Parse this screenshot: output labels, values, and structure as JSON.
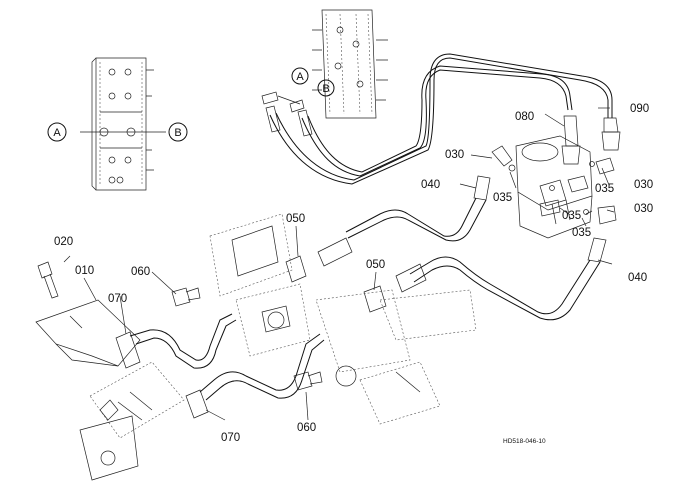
{
  "diagram": {
    "ref_code": "HD518-046-10",
    "letter_labels": [
      "A",
      "B"
    ],
    "part_labels": {
      "p010": "010",
      "p020": "020",
      "p030": "030",
      "p035": "035",
      "p040": "040",
      "p050": "050",
      "p060": "060",
      "p070": "070",
      "p080": "080",
      "p090": "090"
    }
  }
}
